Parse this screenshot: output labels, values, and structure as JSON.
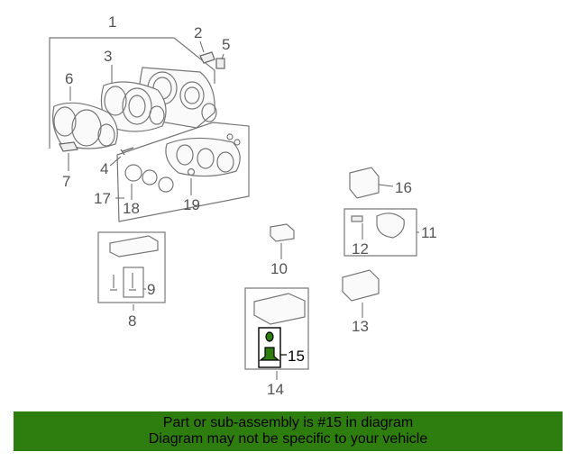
{
  "diagram": {
    "callouts": {
      "c1": "1",
      "c2": "2",
      "c3": "3",
      "c4": "4",
      "c5": "5",
      "c6": "6",
      "c7": "7",
      "c8": "8",
      "c9": "9",
      "c10": "10",
      "c11": "11",
      "c12": "12",
      "c13": "13",
      "c14": "14",
      "c15": "15",
      "c16": "16",
      "c17": "17",
      "c18": "18",
      "c19": "19"
    },
    "highlight_part": "15",
    "highlight_color": "#2e7d0f"
  },
  "banner": {
    "line1": "Part or sub-assembly is #15 in diagram",
    "line2": "Diagram may not be specific to your vehicle",
    "background": "#2e7d0f"
  }
}
